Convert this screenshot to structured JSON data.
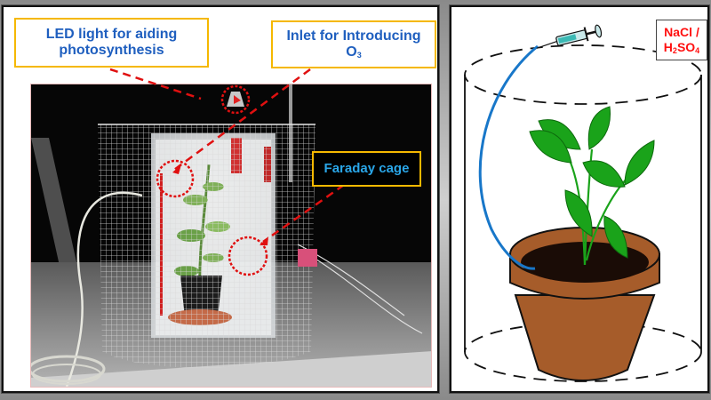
{
  "figure": {
    "left_panel": {
      "description": "Photograph of experimental setup",
      "callouts": {
        "led": {
          "line1": "LED light for aiding",
          "line2": "photosynthesis"
        },
        "inlet": {
          "line1": "Inlet for Introducing",
          "line2_main": "O",
          "line2_sub": "3"
        },
        "faraday": {
          "text": "Faraday cage"
        }
      }
    },
    "right_panel": {
      "description": "Schematic of potted plant inside cylinder with syringe tube",
      "chemical_label": {
        "line1": "NaCl /",
        "line2_parts": [
          "H",
          "2",
          "SO",
          "4"
        ]
      }
    },
    "colors": {
      "callout_border": "#f5b800",
      "callout_text_blue": "#1f5fbf",
      "faraday_text": "#2aa6e8",
      "pointer_red": "#e01010",
      "chem_red": "#ff1010",
      "pot": "#a65c2a",
      "soil": "#1a0c06",
      "leaf": "#1aa31a",
      "tube": "#1877c9"
    }
  }
}
